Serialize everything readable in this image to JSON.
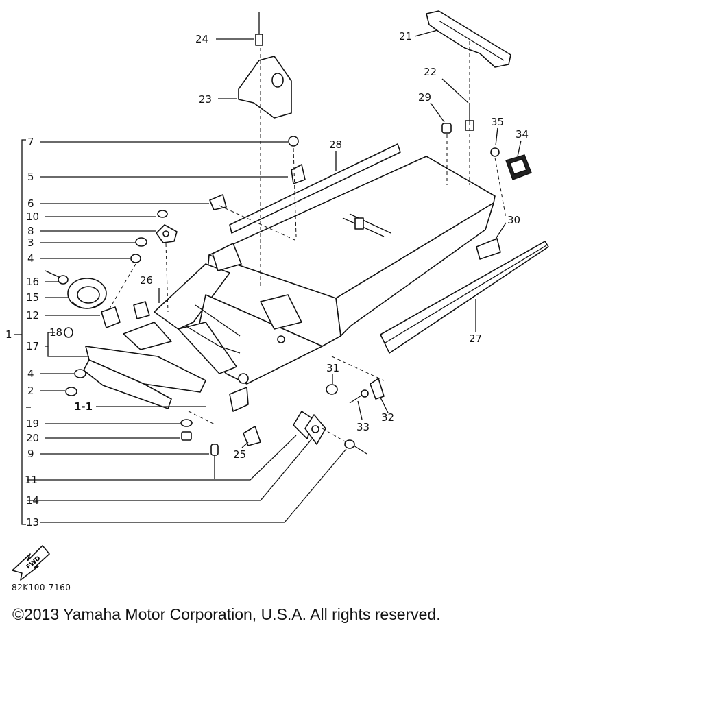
{
  "diagram": {
    "callouts": [
      "24",
      "23",
      "21",
      "22",
      "29",
      "35",
      "34",
      "7",
      "28",
      "5",
      "6",
      "10",
      "8",
      "3",
      "4",
      "16",
      "15",
      "12",
      "1",
      "17",
      "18",
      "26",
      "30",
      "27",
      "4",
      "2",
      "1-1",
      "31",
      "19",
      "20",
      "9",
      "25",
      "33",
      "32",
      "11",
      "14",
      "13"
    ],
    "fwd_label": "FWD",
    "code": "82K100-7160"
  },
  "footer": {
    "copyright": "©2013 Yamaha Motor Corporation, U.S.A. All rights reserved."
  }
}
